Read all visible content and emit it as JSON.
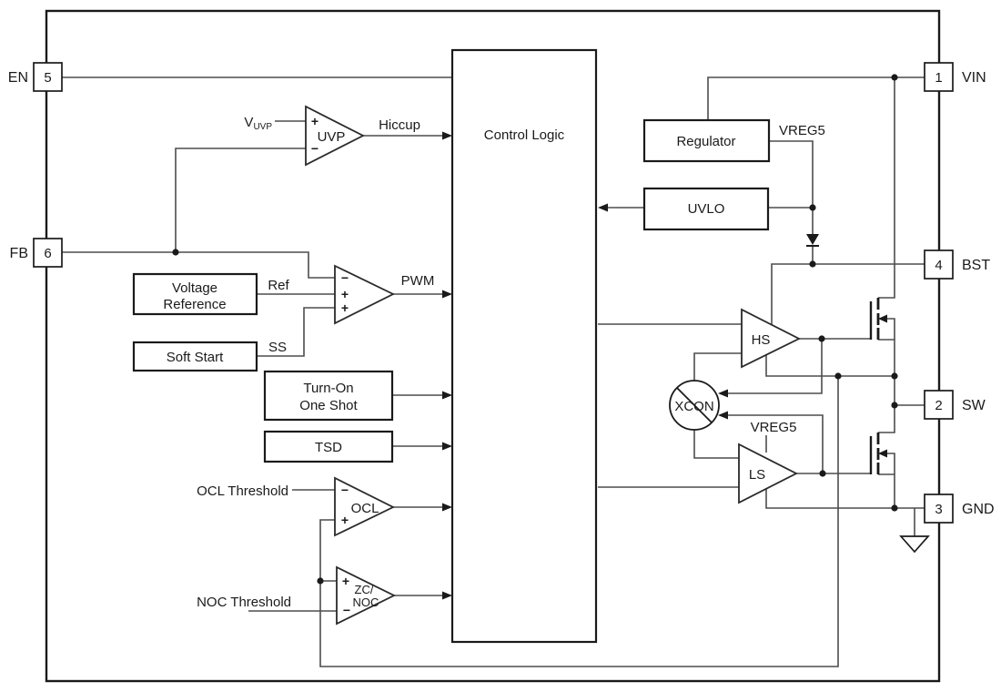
{
  "pins": {
    "en": {
      "number": "5",
      "label": "EN"
    },
    "fb": {
      "number": "6",
      "label": "FB"
    },
    "vin": {
      "number": "1",
      "label": "VIN"
    },
    "bst": {
      "number": "4",
      "label": "BST"
    },
    "sw": {
      "number": "2",
      "label": "SW"
    },
    "gnd": {
      "number": "3",
      "label": "GND"
    }
  },
  "blocks": {
    "control_logic": "Control Logic",
    "voltage_reference": {
      "line1": "Voltage",
      "line2": "Reference"
    },
    "soft_start": "Soft Start",
    "turn_on_one_shot": {
      "line1": "Turn-On",
      "line2": "One Shot"
    },
    "tsd": "TSD",
    "regulator": "Regulator",
    "uvlo": "UVLO"
  },
  "comparators": {
    "uvp": {
      "label": "UVP",
      "plus": "+",
      "minus": "−"
    },
    "pwm": {
      "minus": "−",
      "plus1": "+",
      "plus2": "+"
    },
    "ocl": {
      "label": "OCL",
      "minus": "−",
      "plus": "+"
    },
    "zc_noc": {
      "label_line1": "ZC/",
      "label_line2": "NOC",
      "plus": "+",
      "minus": "−"
    }
  },
  "drivers": {
    "hs": "HS",
    "ls": "LS"
  },
  "xcon": {
    "label": "XCON"
  },
  "signals": {
    "vuvp_base": "V",
    "vuvp_sub": "UVP",
    "hiccup": "Hiccup",
    "ref": "Ref",
    "ss": "SS",
    "pwm": "PWM",
    "ocl_threshold": "OCL Threshold",
    "noc_threshold": "NOC Threshold",
    "vreg5_regulator": "VREG5",
    "vreg5_ls": "VREG5"
  },
  "colors": {
    "wire": "#4d4d4d",
    "ink": "#1a1a1a",
    "background": "#ffffff"
  }
}
